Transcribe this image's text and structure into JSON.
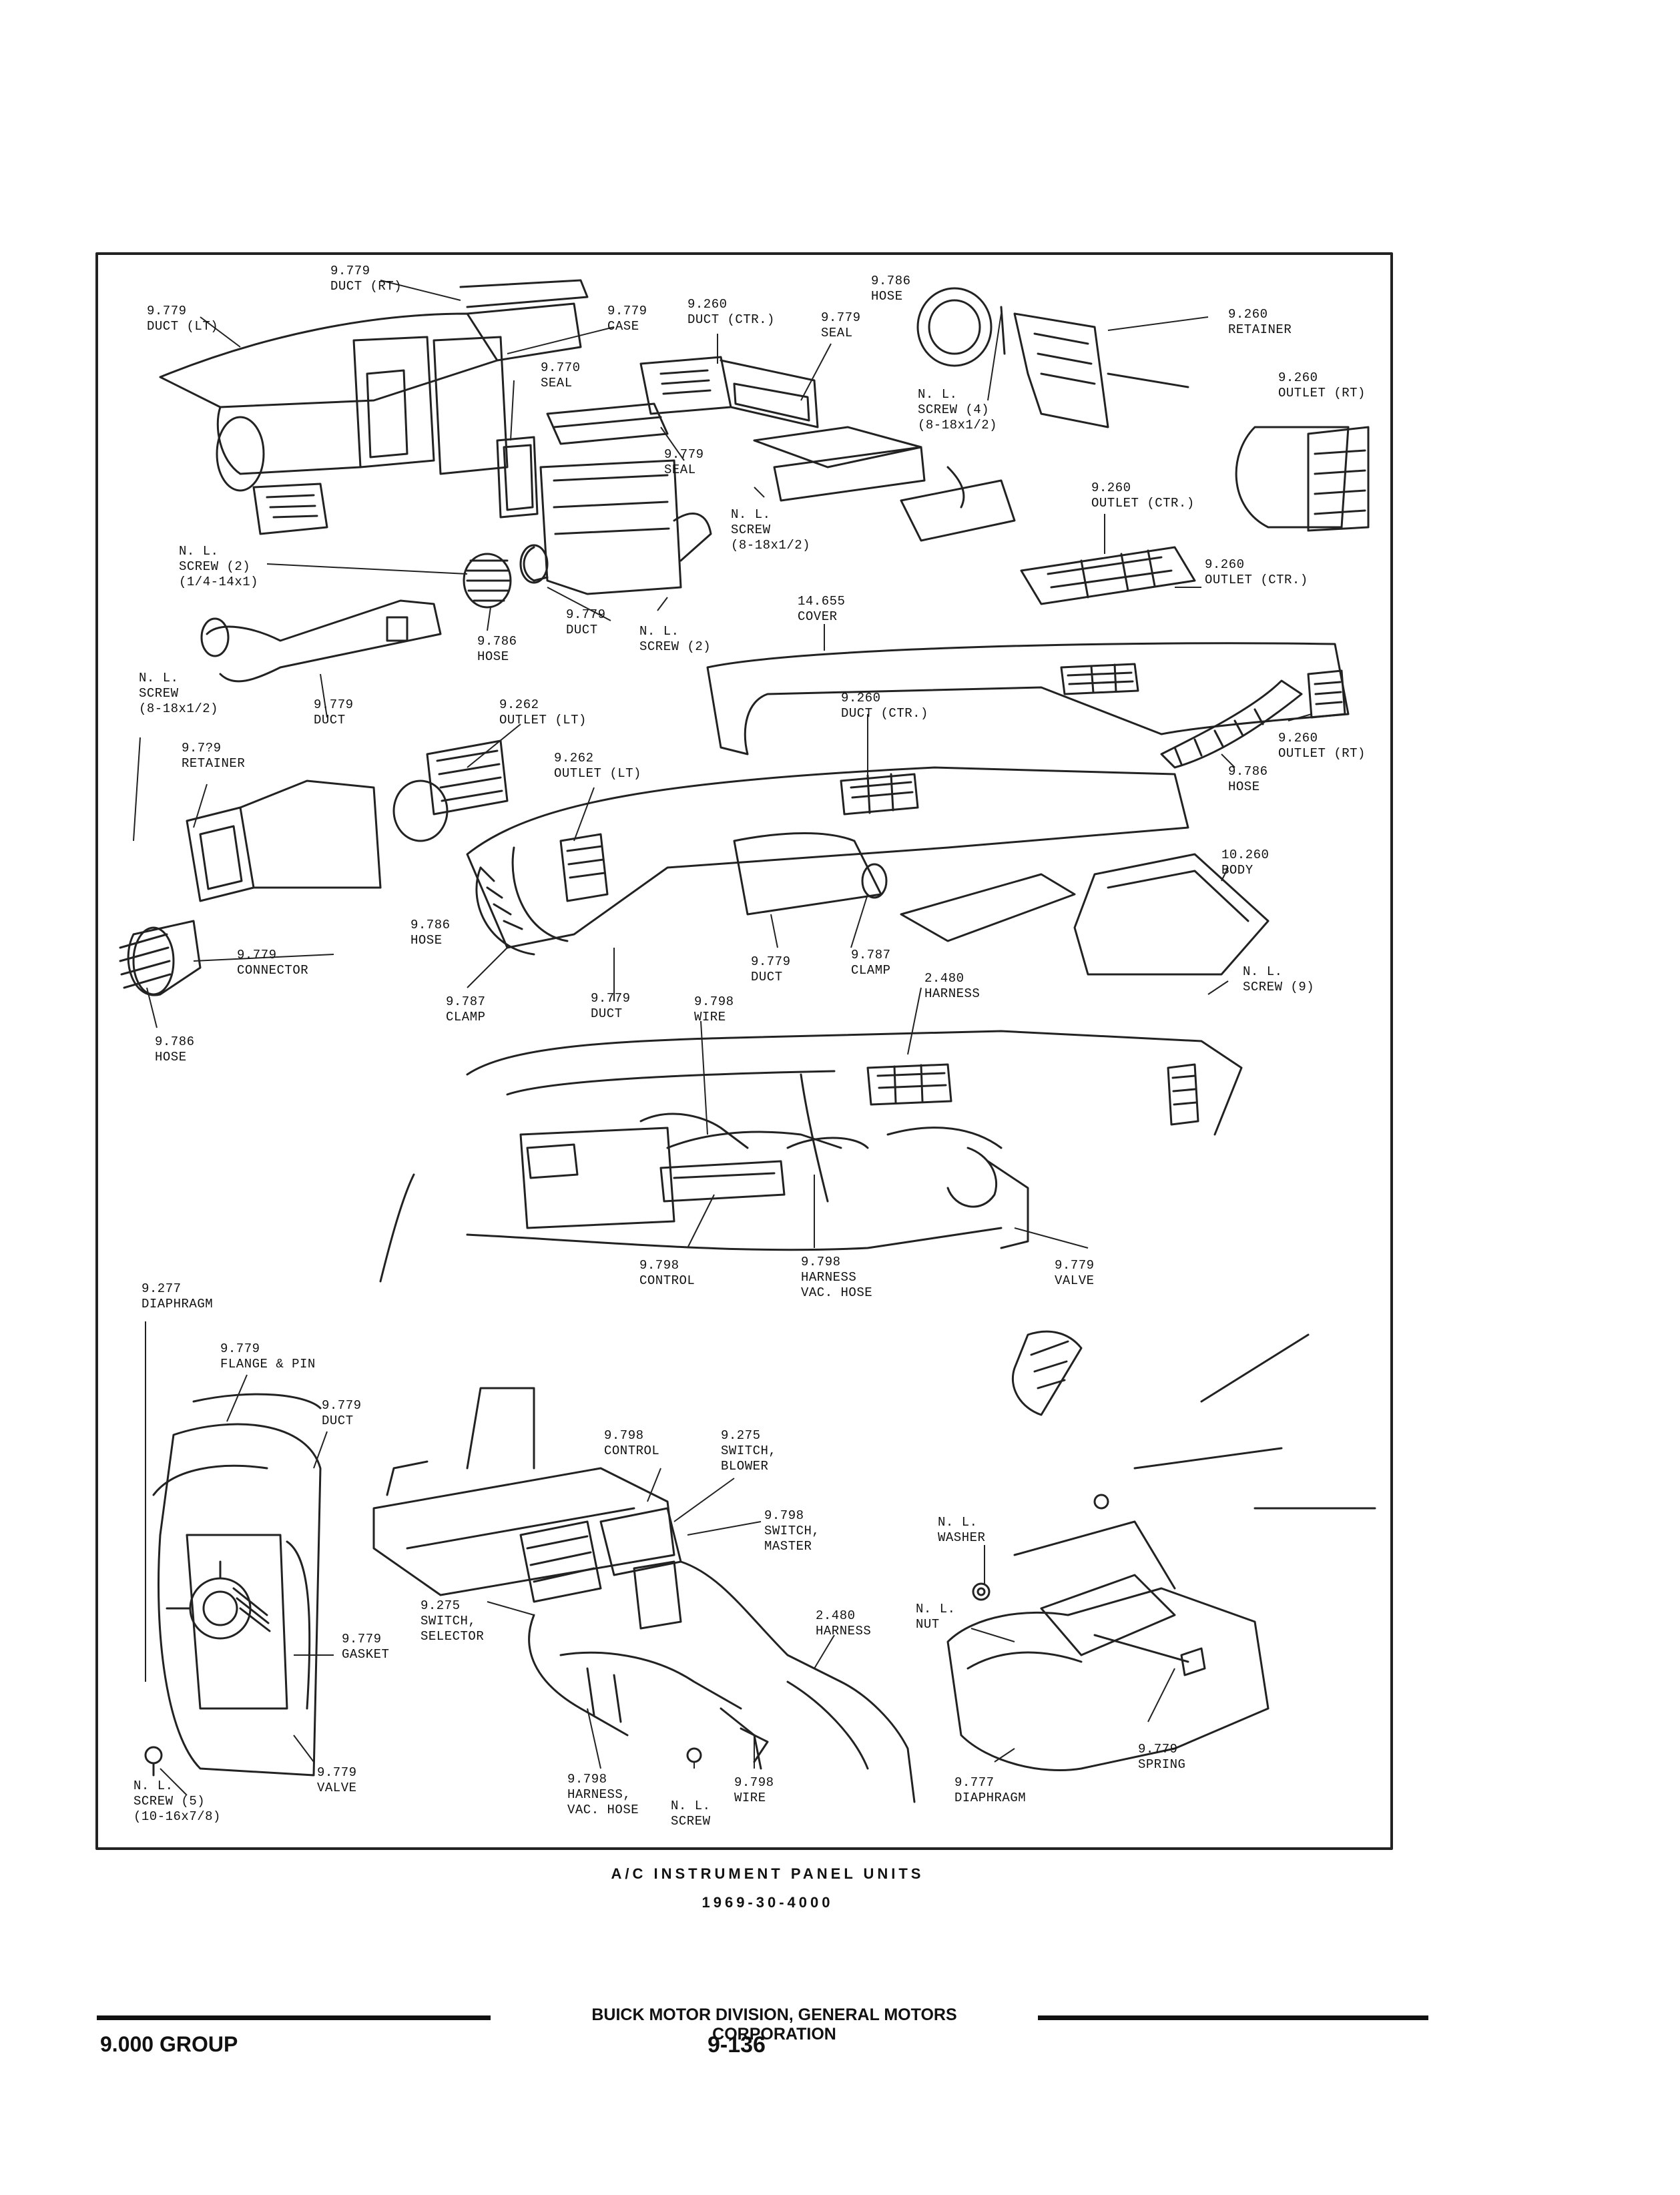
{
  "diagram": {
    "labels": [
      {
        "id": "duct-rt-top",
        "text": "9.779\nDUCT (RT)"
      },
      {
        "id": "duct-lt-top",
        "text": "9.779\nDUCT (LT)"
      },
      {
        "id": "case",
        "text": "9.779\nCASE"
      },
      {
        "id": "duct-ctr-top",
        "text": "9.260\nDUCT (CTR.)"
      },
      {
        "id": "seal-top",
        "text": "9.779\nSEAL"
      },
      {
        "id": "hose-top",
        "text": "9.786\nHOSE"
      },
      {
        "id": "retainer-rt",
        "text": "9.260\nRETAINER"
      },
      {
        "id": "seal-9770",
        "text": "9.770\nSEAL"
      },
      {
        "id": "screw-4",
        "text": "N. L.\nSCREW (4)\n(8-18x1/2)"
      },
      {
        "id": "outlet-rt-top",
        "text": "9.260\nOUTLET (RT)"
      },
      {
        "id": "seal-mid",
        "text": "9.779\nSEAL"
      },
      {
        "id": "screw-8-18",
        "text": "N. L.\nSCREW\n(8-18x1/2)"
      },
      {
        "id": "outlet-ctr-1",
        "text": "9.260\nOUTLET (CTR.)"
      },
      {
        "id": "screw-2-left",
        "text": "N. L.\nSCREW (2)\n(1/4-14x1)"
      },
      {
        "id": "outlet-ctr-2",
        "text": "9.260\nOUTLET (CTR.)"
      },
      {
        "id": "duct-case",
        "text": "9.779\nDUCT"
      },
      {
        "id": "screw-2-mid",
        "text": "N. L.\nSCREW (2)"
      },
      {
        "id": "hose-mid",
        "text": "9.786\nHOSE"
      },
      {
        "id": "cover",
        "text": "14.655\nCOVER"
      },
      {
        "id": "screw-left",
        "text": "N. L.\nSCREW\n(8-18x1/2)"
      },
      {
        "id": "duct-lower-left",
        "text": "9.779\nDUCT"
      },
      {
        "id": "outlet-lt-1",
        "text": "9.262\nOUTLET (LT)"
      },
      {
        "id": "duct-ctr-mid",
        "text": "9.260\nDUCT (CTR.)"
      },
      {
        "id": "outlet-rt-mid",
        "text": "9.260\nOUTLET (RT)"
      },
      {
        "id": "retainer-lt",
        "text": "9.7?9\nRETAINER"
      },
      {
        "id": "outlet-lt-2",
        "text": "9.262\nOUTLET (LT)"
      },
      {
        "id": "hose-rt",
        "text": "9.786\nHOSE"
      },
      {
        "id": "body",
        "text": "10.260\nBODY"
      },
      {
        "id": "hose-left",
        "text": "9.786\nHOSE"
      },
      {
        "id": "connector",
        "text": "9.779\nCONNECTOR"
      },
      {
        "id": "duct-under",
        "text": "9.779\nDUCT"
      },
      {
        "id": "clamp-rt",
        "text": "9.787\nCLAMP"
      },
      {
        "id": "harness-top",
        "text": "2.480\nHARNESS"
      },
      {
        "id": "screw-9",
        "text": "N. L.\nSCREW (9)"
      },
      {
        "id": "clamp-lt",
        "text": "9.787\nCLAMP"
      },
      {
        "id": "duct-bottom",
        "text": "9.779\nDUCT"
      },
      {
        "id": "wire-top",
        "text": "9.798\nWIRE"
      },
      {
        "id": "hose-far-left",
        "text": "9.786\nHOSE"
      },
      {
        "id": "control-mid",
        "text": "9.798\nCONTROL"
      },
      {
        "id": "harness-vac-mid",
        "text": "9.798\nHARNESS\nVAC. HOSE"
      },
      {
        "id": "valve-mid",
        "text": "9.779\nVALVE"
      },
      {
        "id": "diaphragm-left",
        "text": "9.277\nDIAPHRAGM"
      },
      {
        "id": "flange-pin",
        "text": "9.779\nFLANGE & PIN"
      },
      {
        "id": "duct-left-bottom",
        "text": "9.779\nDUCT"
      },
      {
        "id": "control-bottom",
        "text": "9.798\nCONTROL"
      },
      {
        "id": "switch-blower",
        "text": "9.275\nSWITCH,\nBLOWER"
      },
      {
        "id": "switch-master",
        "text": "9.798\nSWITCH,\nMASTER"
      },
      {
        "id": "washer",
        "text": "N. L.\nWASHER"
      },
      {
        "id": "switch-selector",
        "text": "9.275\nSWITCH,\nSELECTOR"
      },
      {
        "id": "harness-bottom",
        "text": "2.480\nHARNESS"
      },
      {
        "id": "nut",
        "text": "N. L.\nNUT"
      },
      {
        "id": "gasket",
        "text": "9.779\nGASKET"
      },
      {
        "id": "spring",
        "text": "9.779\nSPRING"
      },
      {
        "id": "valve-bottom",
        "text": "9.779\nVALVE"
      },
      {
        "id": "screw-5",
        "text": "N. L.\nSCREW (5)\n(10-16x7/8)"
      },
      {
        "id": "harness-vac-bottom",
        "text": "9.798\nHARNESS,\nVAC. HOSE"
      },
      {
        "id": "screw-bottom",
        "text": "N. L.\nSCREW"
      },
      {
        "id": "wire-bottom",
        "text": "9.798\nWIRE"
      },
      {
        "id": "diaphragm-rt",
        "text": "9.777\nDIAPHRAGM"
      }
    ]
  },
  "caption": {
    "title": "A/C INSTRUMENT PANEL UNITS",
    "code": "1969-30-4000"
  },
  "footer": {
    "publisher": "BUICK MOTOR DIVISION, GENERAL MOTORS CORPORATION",
    "group": "9.000 GROUP",
    "page": "9-136"
  }
}
